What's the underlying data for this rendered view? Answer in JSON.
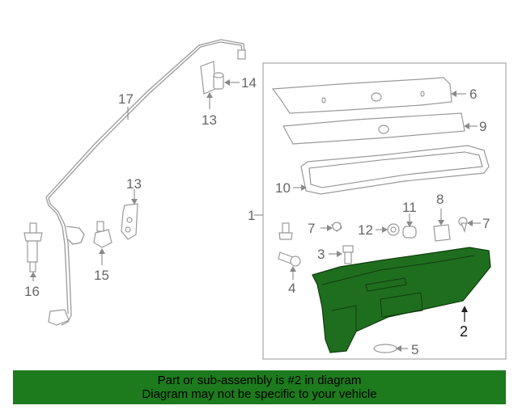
{
  "diagram": {
    "callouts": {
      "c1": "1",
      "c2": "2",
      "c3": "3",
      "c4": "4",
      "c5": "5",
      "c6": "6",
      "c7a": "7",
      "c7b": "7",
      "c8": "8",
      "c9": "9",
      "c10": "10",
      "c11": "11",
      "c12": "12",
      "c13a": "13",
      "c13b": "13",
      "c14": "14",
      "c15": "15",
      "c16": "16",
      "c17": "17"
    },
    "highlight_color": "#1f6e1f"
  },
  "banner": {
    "line1": "Part or sub-assembly is #2 in diagram",
    "line2": "Diagram may not be specific to your vehicle",
    "background": "#1d7a1d"
  }
}
